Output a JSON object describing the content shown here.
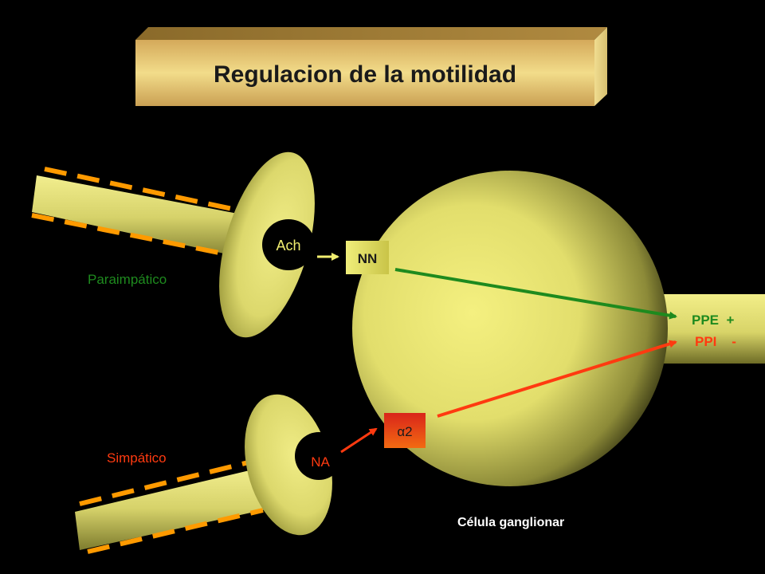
{
  "title": "Regulacion de la motilidad",
  "labels": {
    "parasympathetic": "Paraimpático",
    "sympathetic": "Simpático",
    "ach": "Ach",
    "na": "NA",
    "nn": "NN",
    "alpha2": "α2",
    "ppe": "PPE  +",
    "ppi": "PPI    -",
    "cell": "Célula ganglionar"
  },
  "colors": {
    "background": "#000000",
    "nerve_yellow": "#e6e07a",
    "dashed_sheath": "#ff9a00",
    "parasympathetic_green": "#1e8a1e",
    "sympathetic_red": "#ff3a10",
    "nn_box": "#e8e86a",
    "alpha2_box": "#e8421a",
    "title_gold": "#d9b35a"
  }
}
